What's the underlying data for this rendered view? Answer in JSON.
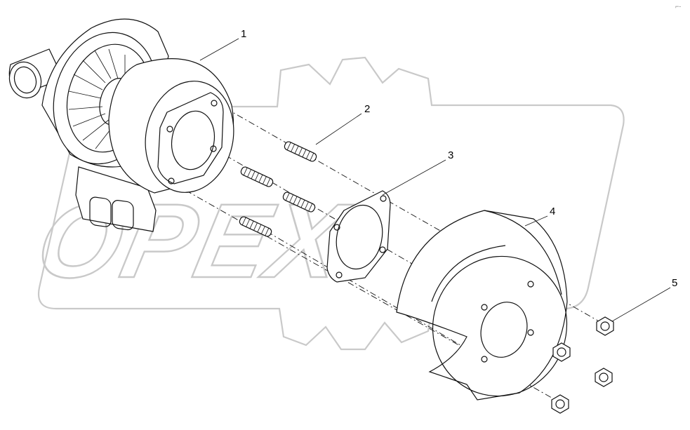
{
  "diagram": {
    "callouts": [
      {
        "id": "1",
        "label": "1"
      },
      {
        "id": "2",
        "label": "2"
      },
      {
        "id": "3",
        "label": "3"
      },
      {
        "id": "4",
        "label": "4"
      },
      {
        "id": "5",
        "label": "5"
      }
    ],
    "watermark_text": "OPEX",
    "corner_mark": "⌐-"
  }
}
